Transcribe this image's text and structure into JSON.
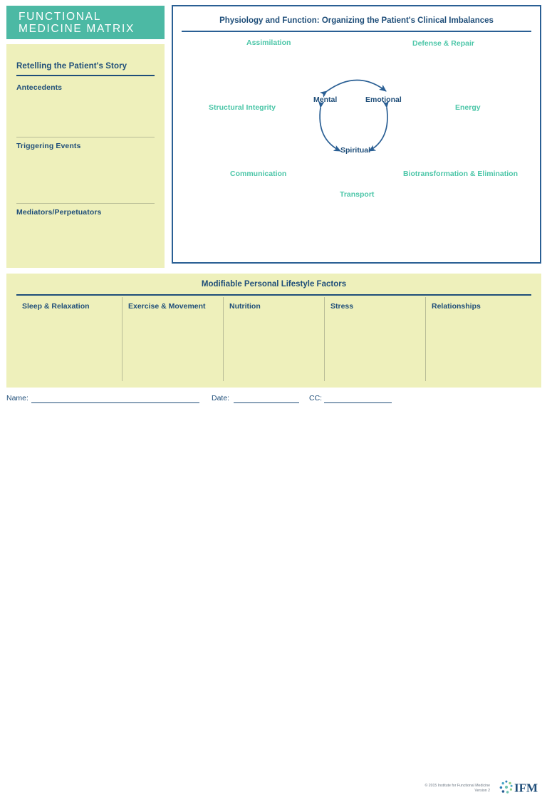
{
  "left_column": {
    "banner": {
      "line1": "FUNCTIONAL",
      "line2": "MEDICINE MATRIX"
    },
    "retelling": {
      "heading": "Retelling the Patient's Story",
      "sections": [
        {
          "label": "Antecedents"
        },
        {
          "label": "Triggering Events"
        },
        {
          "label": "Mediators/Perpetuators"
        }
      ]
    }
  },
  "physiology": {
    "heading": "Physiology and Function: Organizing the Patient's Clinical Imbalances",
    "nodes": [
      {
        "label": "Assimilation"
      },
      {
        "label": "Defense & Repair"
      },
      {
        "label": "Structural Integrity"
      },
      {
        "label": "Energy"
      },
      {
        "label": "Communication"
      },
      {
        "label": "Biotransformation & Elimination"
      },
      {
        "label": "Transport"
      }
    ],
    "mind_cycle": [
      {
        "label": "Mental"
      },
      {
        "label": "Emotional"
      },
      {
        "label": "Spiritual"
      }
    ]
  },
  "lifestyle": {
    "heading": "Modifiable Personal Lifestyle Factors",
    "columns": [
      {
        "label": "Sleep & Relaxation"
      },
      {
        "label": "Exercise & Movement"
      },
      {
        "label": "Nutrition"
      },
      {
        "label": "Stress"
      },
      {
        "label": "Relationships"
      }
    ]
  },
  "footer": {
    "name_label": "Name:",
    "date_label": "Date:",
    "cc_label": "CC:",
    "copyright_line1": "© 2015 Institute for Functional Medicine",
    "copyright_line2": "Version 2",
    "logo_text": "IFM"
  },
  "colors": {
    "teal_banner": "#4cb9a4",
    "panel_yellow": "#eef0bb",
    "navy": "#1f4e79",
    "border_blue": "#2a5f94",
    "node_green": "#4cc6a8",
    "divider_gray": "#b9bd97"
  }
}
